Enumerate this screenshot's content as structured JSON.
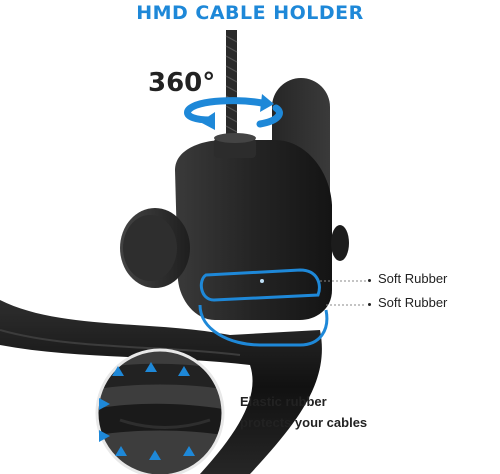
{
  "header": {
    "title": "HMD CABLE HOLDER"
  },
  "rotation": {
    "label": "360°"
  },
  "callouts": [
    {
      "label": "Soft Rubber"
    },
    {
      "label": "Soft Rubber"
    }
  ],
  "note": {
    "line1": "Elastic rubber",
    "line2": "protects your cables"
  },
  "colors": {
    "accent": "#1e88d8",
    "title": "#1e88d8",
    "body": "#2b2b2b",
    "cable": "#1c1c1c"
  },
  "icons": [
    "rotation-arrow-icon",
    "expand-arrow-icon"
  ]
}
